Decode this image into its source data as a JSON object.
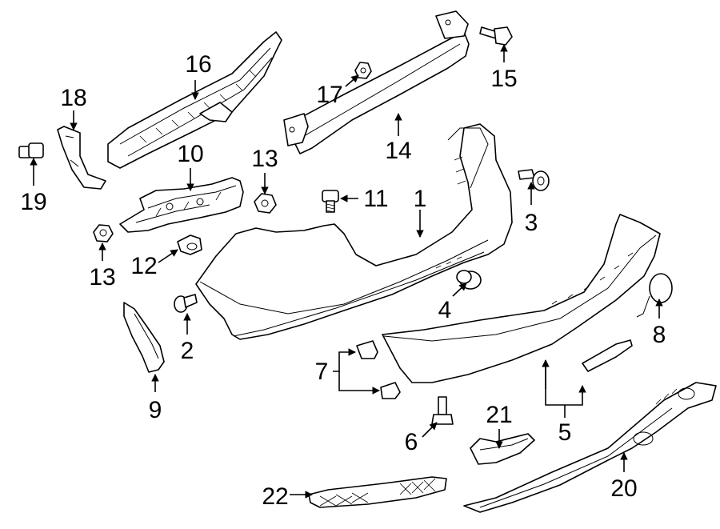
{
  "callouts": [
    {
      "id": "c1",
      "label": "1"
    },
    {
      "id": "c2",
      "label": "2"
    },
    {
      "id": "c3",
      "label": "3"
    },
    {
      "id": "c4",
      "label": "4"
    },
    {
      "id": "c5",
      "label": "5"
    },
    {
      "id": "c6",
      "label": "6"
    },
    {
      "id": "c7",
      "label": "7"
    },
    {
      "id": "c8",
      "label": "8"
    },
    {
      "id": "c9",
      "label": "9"
    },
    {
      "id": "c10",
      "label": "10"
    },
    {
      "id": "c11",
      "label": "11"
    },
    {
      "id": "c12",
      "label": "12"
    },
    {
      "id": "c13a",
      "label": "13"
    },
    {
      "id": "c13b",
      "label": "13"
    },
    {
      "id": "c14",
      "label": "14"
    },
    {
      "id": "c15",
      "label": "15"
    },
    {
      "id": "c16",
      "label": "16"
    },
    {
      "id": "c17",
      "label": "17"
    },
    {
      "id": "c18",
      "label": "18"
    },
    {
      "id": "c19",
      "label": "19"
    },
    {
      "id": "c20",
      "label": "20"
    },
    {
      "id": "c21",
      "label": "21"
    },
    {
      "id": "c22",
      "label": "22"
    }
  ]
}
